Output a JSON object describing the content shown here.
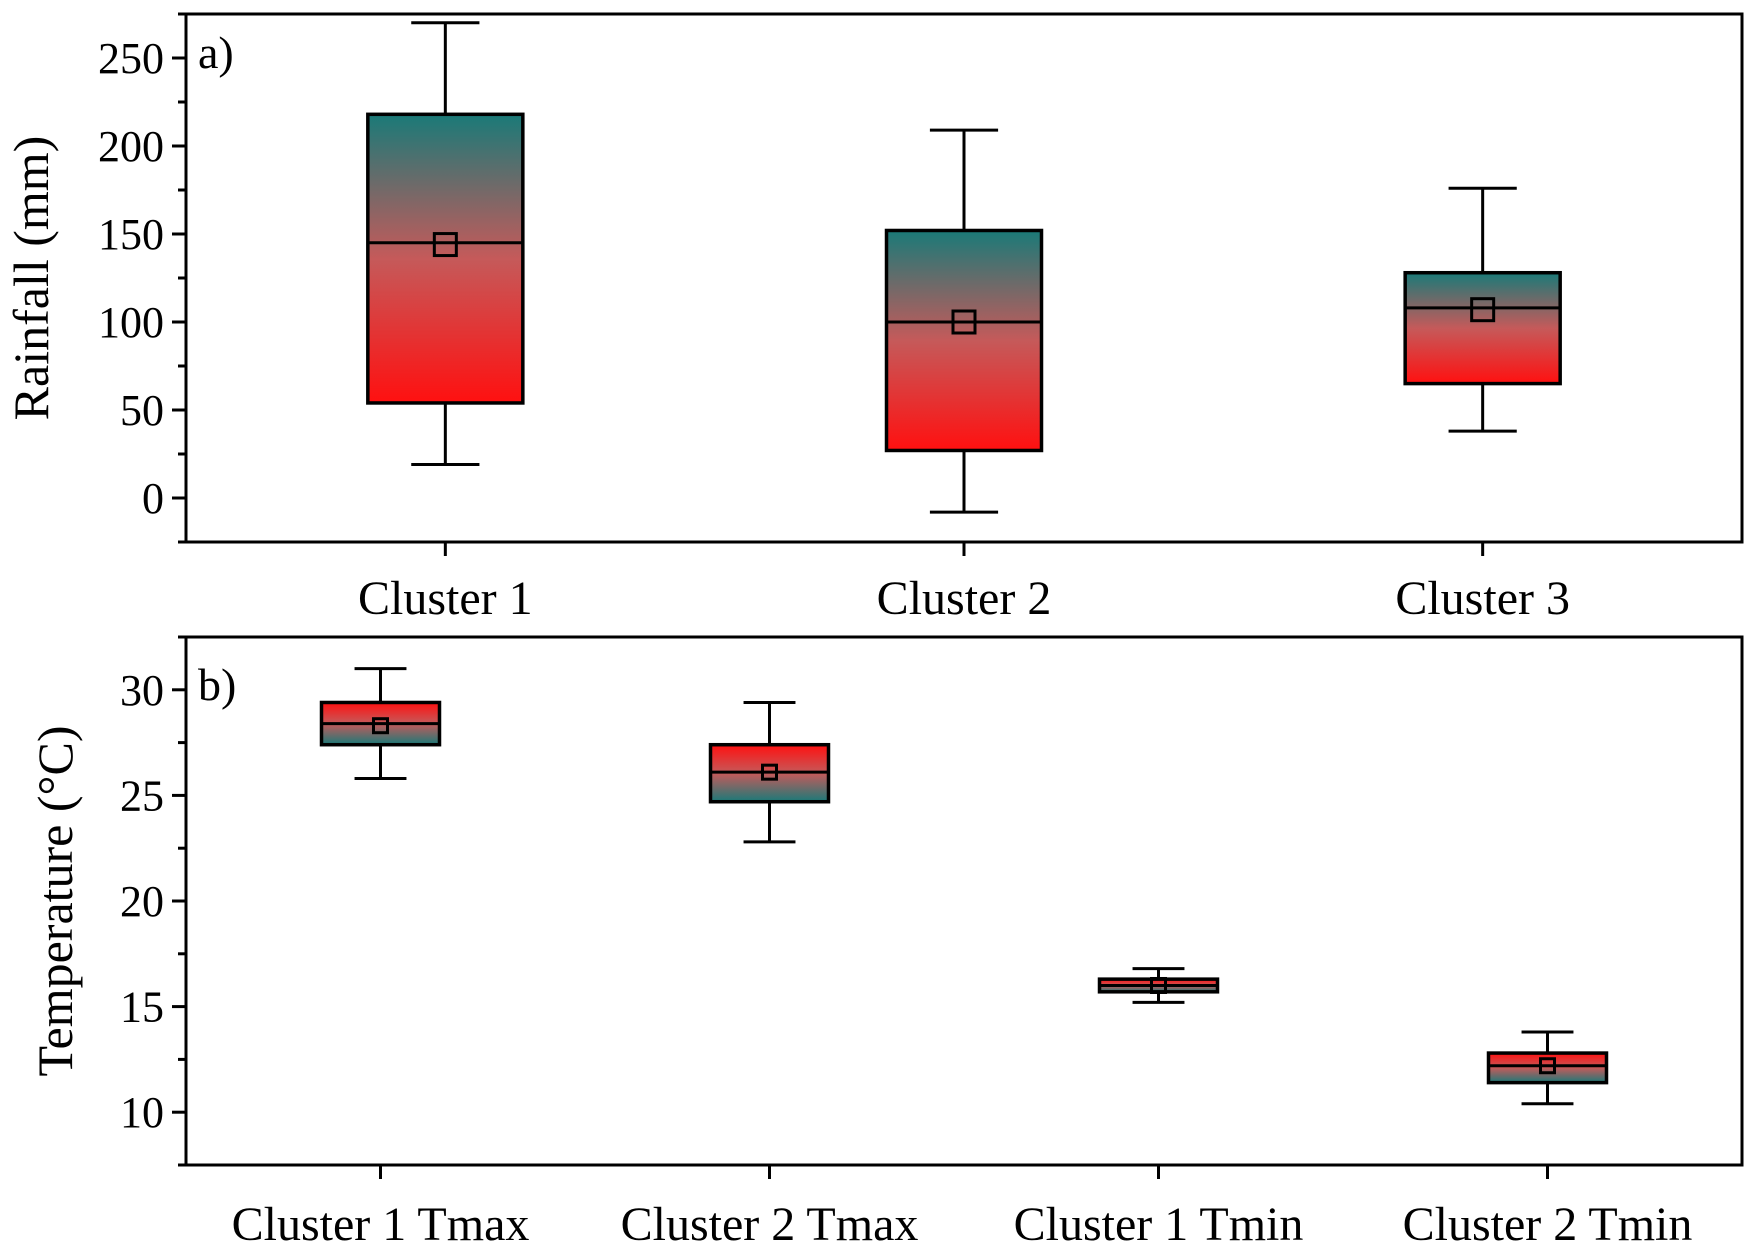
{
  "chart_data": [
    {
      "type": "box",
      "panel_label": "a)",
      "xlabel": "",
      "ylabel": "Rainfall (mm)",
      "ylim": [
        -25,
        275
      ],
      "yticks": [
        0,
        50,
        100,
        150,
        200,
        250
      ],
      "categories": [
        "Cluster 1",
        "Cluster 2",
        "Cluster 3"
      ],
      "boxes": [
        {
          "whisker_low": 19,
          "q1": 54,
          "median": 145,
          "q3": 218,
          "whisker_high": 270,
          "mean": 144
        },
        {
          "whisker_low": -8,
          "q1": 27,
          "median": 100,
          "q3": 152,
          "whisker_high": 209,
          "mean": 100
        },
        {
          "whisker_low": 38,
          "q1": 65,
          "median": 108,
          "q3": 128,
          "whisker_high": 176,
          "mean": 107
        }
      ],
      "fill": {
        "top": "#1a7a78",
        "bottom": "#ff1010",
        "direction": "top-teal-bottom-red"
      }
    },
    {
      "type": "box",
      "panel_label": "b)",
      "xlabel": "",
      "ylabel": "Temperature (°C)",
      "ylim": [
        7.5,
        32.5
      ],
      "yticks": [
        10,
        15,
        20,
        25,
        30
      ],
      "categories": [
        "Cluster 1 Tmax",
        "Cluster 2 Tmax",
        "Cluster 1 Tmin",
        "Cluster 2 Tmin"
      ],
      "boxes": [
        {
          "whisker_low": 25.8,
          "q1": 27.4,
          "median": 28.4,
          "q3": 29.4,
          "whisker_high": 31.0,
          "mean": 28.3
        },
        {
          "whisker_low": 22.8,
          "q1": 24.7,
          "median": 26.1,
          "q3": 27.4,
          "whisker_high": 29.4,
          "mean": 26.1
        },
        {
          "whisker_low": 15.2,
          "q1": 15.7,
          "median": 16.0,
          "q3": 16.3,
          "whisker_high": 16.8,
          "mean": 16.0
        },
        {
          "whisker_low": 10.4,
          "q1": 11.4,
          "median": 12.2,
          "q3": 12.8,
          "whisker_high": 13.8,
          "mean": 12.2
        }
      ],
      "fill": {
        "top": "#ff1010",
        "bottom": "#1a7a78",
        "direction": "top-red-bottom-teal"
      }
    }
  ]
}
